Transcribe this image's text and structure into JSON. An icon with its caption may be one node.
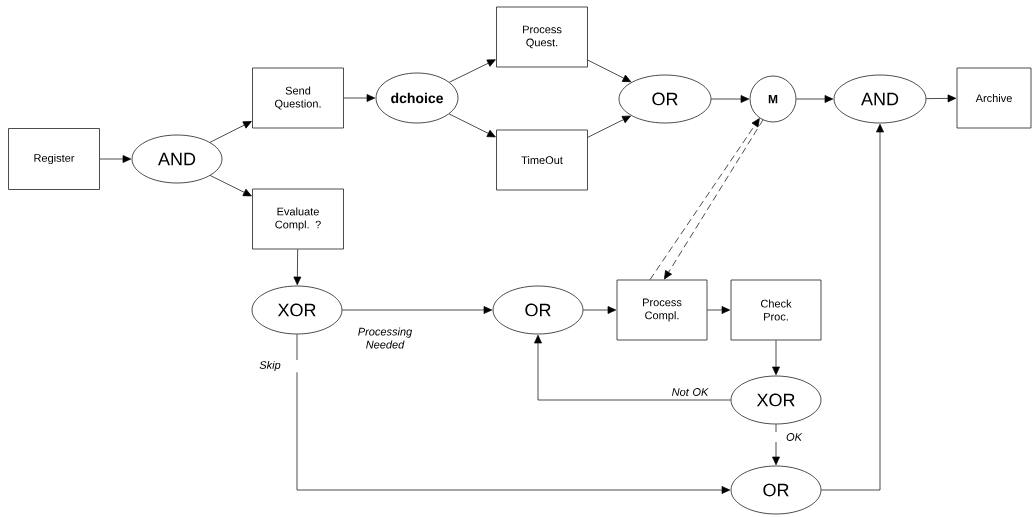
{
  "diagram": {
    "nodes": [
      {
        "text": [
          "Register"
        ]
      },
      {
        "text": [
          "AND"
        ]
      },
      {
        "text": [
          "Send Question."
        ]
      },
      {
        "text": [
          "dchoice"
        ]
      },
      {
        "text": [
          "Process Quest."
        ]
      },
      {
        "text": [
          "TimeOut"
        ]
      },
      {
        "text": [
          "OR"
        ]
      },
      {
        "text": [
          "M"
        ]
      },
      {
        "text": [
          "AND"
        ]
      },
      {
        "text": [
          "Archive"
        ]
      },
      {
        "text": [
          "Evaluate Compl. ?"
        ]
      },
      {
        "text": [
          "XOR"
        ]
      },
      {
        "text": [
          "OR"
        ]
      },
      {
        "text": [
          "Process Compl."
        ]
      },
      {
        "text": [
          "Check Proc."
        ]
      },
      {
        "text": [
          "XOR"
        ]
      },
      {
        "text": [
          "OR"
        ]
      }
    ],
    "edges": [
      {
        "from": 0,
        "to": 1,
        "arrow": "to"
      },
      {
        "from": 1,
        "to": 2,
        "arrow": "to"
      },
      {
        "from": 1,
        "to": 10,
        "arrow": "to"
      },
      {
        "from": 2,
        "to": 3,
        "arrow": "to"
      },
      {
        "from": 3,
        "to": 4,
        "arrow": "to"
      },
      {
        "from": 3,
        "to": 5,
        "arrow": "to"
      },
      {
        "from": 4,
        "to": 6,
        "arrow": "to"
      },
      {
        "from": 5,
        "to": 6,
        "arrow": "to"
      },
      {
        "from": 6,
        "to": 7,
        "arrow": "to"
      },
      {
        "from": 7,
        "to": 8,
        "arrow": "to"
      },
      {
        "from": 8,
        "to": 9,
        "arrow": "to"
      },
      {
        "from": 10,
        "to": 11,
        "arrow": "to"
      },
      {
        "from": 11,
        "to": 12,
        "arrow": "to",
        "label": "Processing Needed"
      },
      {
        "from": 12,
        "to": 13,
        "arrow": "to"
      },
      {
        "from": 13,
        "to": 14,
        "arrow": "to"
      },
      {
        "from": 14,
        "to": 15,
        "arrow": "to"
      },
      {
        "from": 15,
        "to": 12,
        "arrow": "to",
        "label": "Not OK"
      },
      {
        "from": 15,
        "to": 16,
        "arrow": "to",
        "label": "OK"
      },
      {
        "from": 11,
        "to": 16,
        "arrow": "to",
        "label": "Skip"
      },
      {
        "from": 16,
        "to": 8,
        "arrow": "to"
      },
      {
        "from": 13,
        "to": 7,
        "arrow": "to",
        "style": "dashed"
      },
      {
        "from": 7,
        "to": 13,
        "arrow": "to",
        "style": "dashed"
      }
    ]
  }
}
